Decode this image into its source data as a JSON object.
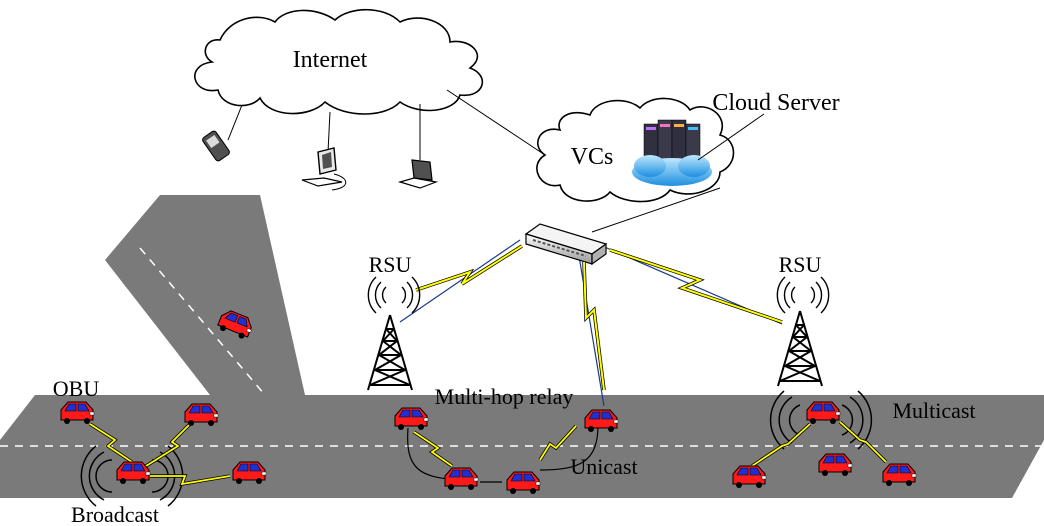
{
  "labels": {
    "internet": "Internet",
    "cloud_server": "Cloud Server",
    "vcs": "VCs",
    "rsu_left": "RSU",
    "rsu_right": "RSU",
    "obu": "OBU",
    "broadcast": "Broadcast",
    "multi_hop_relay": "Multi-hop relay",
    "unicast": "Unicast",
    "multicast": "Multicast"
  },
  "colors": {
    "road": "#7a7a7a",
    "lane_marking": "#ffffff",
    "car_body": "#ff1a1a",
    "car_window": "#2030d0",
    "wireless_link": "#ffff00",
    "wired_link": "#1a3a8a"
  },
  "icons": [
    "phone-icon",
    "desktop-icon",
    "laptop-icon",
    "server-rack-icon",
    "switch-icon",
    "rsu-tower-icon",
    "car-icon"
  ]
}
